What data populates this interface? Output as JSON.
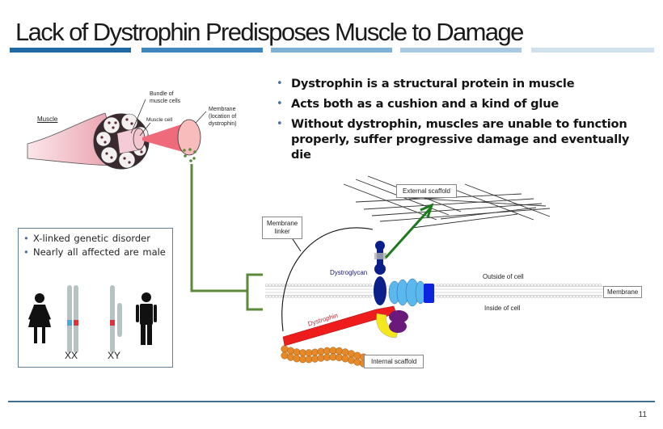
{
  "slide": {
    "title": "Lack of Dystrophin Predisposes Muscle to Damage",
    "title_bar_colors": [
      "#1f6aa5",
      "#3f86bf",
      "#7fb0d6",
      "#a9c8e2",
      "#d0e1ee"
    ],
    "page_number": "11"
  },
  "bullets": [
    "Dystrophin is a structural protein in muscle",
    "Acts both as a cushion and a kind of glue",
    "Without dystrophin, muscles are unable to function properly, suffer progressive damage and eventually die"
  ],
  "muscle_figure": {
    "muscle_label": "Muscle",
    "bundle_label": "Bundle of muscle cells",
    "bundle_label_line1": "Bundle of",
    "bundle_label_line2": "muscle cells",
    "muscle_cell_label": "Muscle cell",
    "membrane_label_line1": "Membrane",
    "membrane_label_line2": "(location of",
    "membrane_label_line3": "dystrophin)"
  },
  "genetics_box": {
    "items": [
      "X-linked genetic disorder",
      "Nearly all affected are male"
    ],
    "female_karyotype": "XX",
    "male_karyotype": "XY",
    "colors": {
      "normal_gene": "#4aa8e0",
      "mutant_gene": "#d8343a",
      "chromosome": "#b7c2c2"
    }
  },
  "complex_diagram": {
    "external_scaffold": "External scaffold",
    "membrane_linker_line1": "Membrane",
    "membrane_linker_line2": "linker",
    "dystroglycan": "Dystroglycan",
    "outside_cell": "Outside of cell",
    "inside_cell": "Inside of cell",
    "membrane": "Membrane",
    "dystrophin": "Dystrophin",
    "internal_scaffold": "Internal scaffold",
    "colors": {
      "connector": "#5a8a3a",
      "arrow": "#1e7a1e",
      "dystroglycan": "#0a1f8a",
      "sarcoglycan": "#5bb8ee",
      "sarcospan": "#0a24e0",
      "dystrophin": "#ee1c1c",
      "actin": "#e48a2a",
      "syntrophin": "#6a1a7a",
      "dystrobrevin": "#f4e81c"
    }
  }
}
